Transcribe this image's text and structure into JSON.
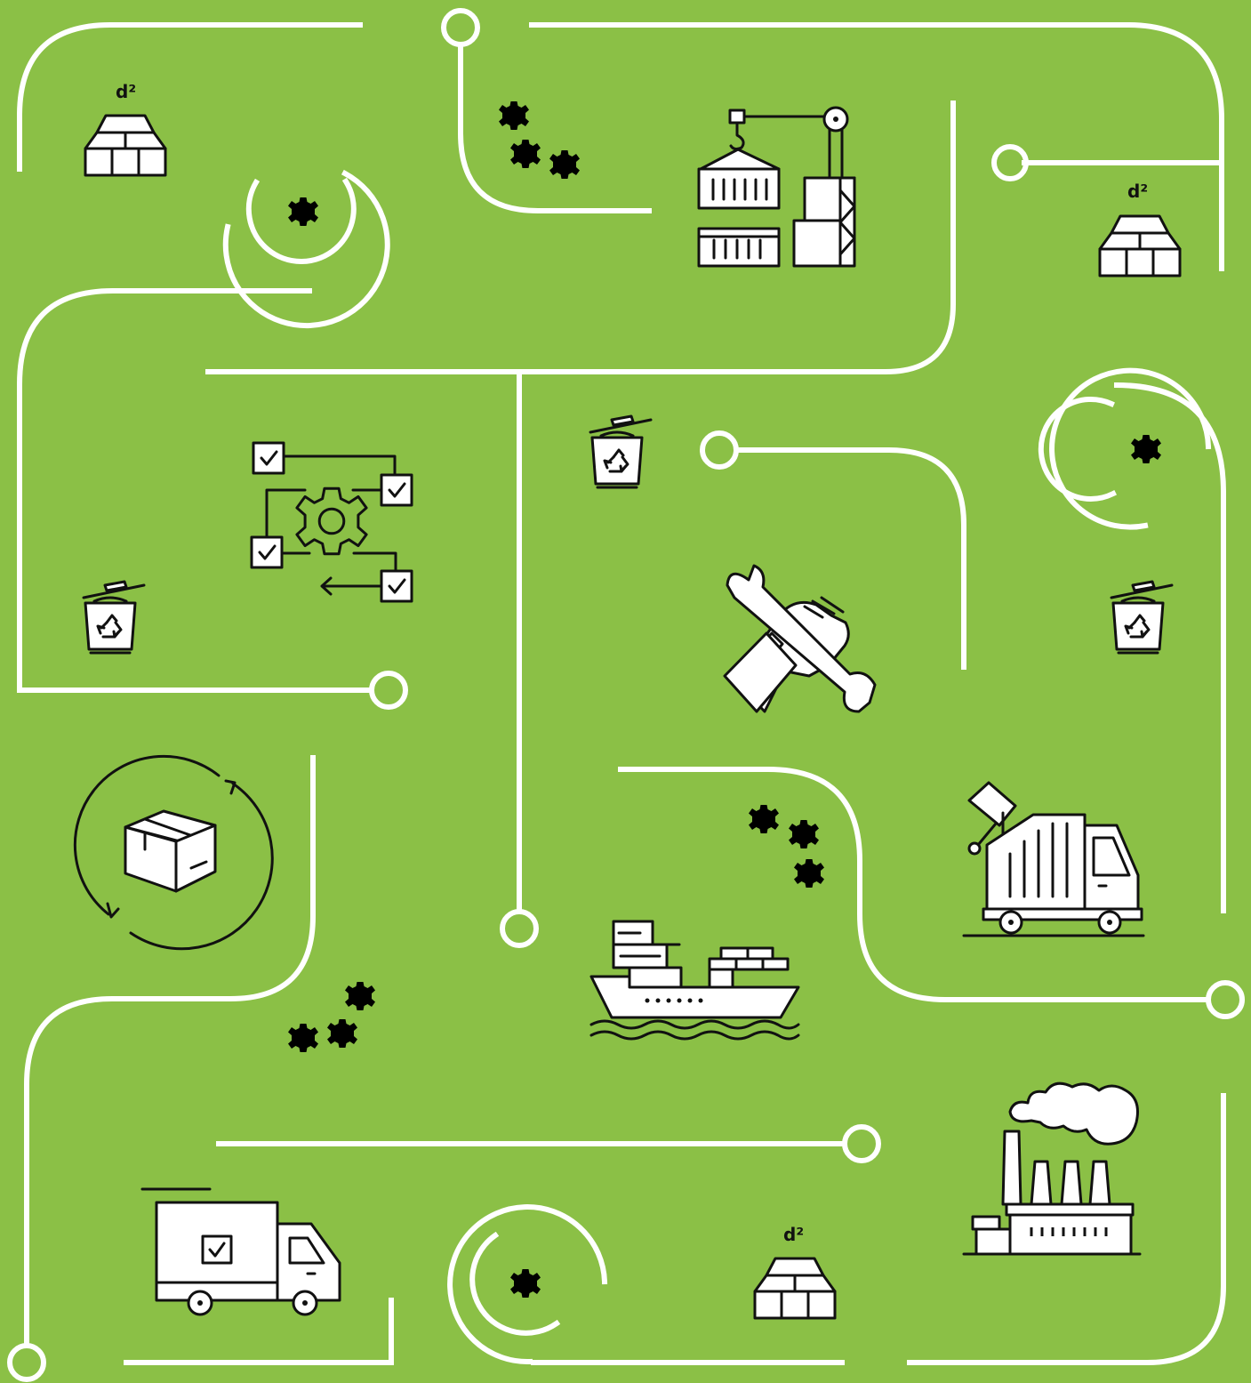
{
  "background_color": "#8bc046",
  "line_color": "#ffffff",
  "icon_stroke_color": "#111111",
  "labels": {
    "gold_bars_top_left": "d²",
    "gold_bars_top_right": "d²",
    "gold_bars_bottom": "d²"
  },
  "icons": [
    "gold-bars-icon",
    "gear-icon",
    "gears-cluster-icon",
    "port-crane-container-icon",
    "recycle-bin-icon",
    "workflow-checklist-icon",
    "wrench-hand-icon",
    "package-cycle-icon",
    "container-ship-icon",
    "garbage-truck-icon",
    "factory-icon",
    "delivery-truck-icon"
  ]
}
